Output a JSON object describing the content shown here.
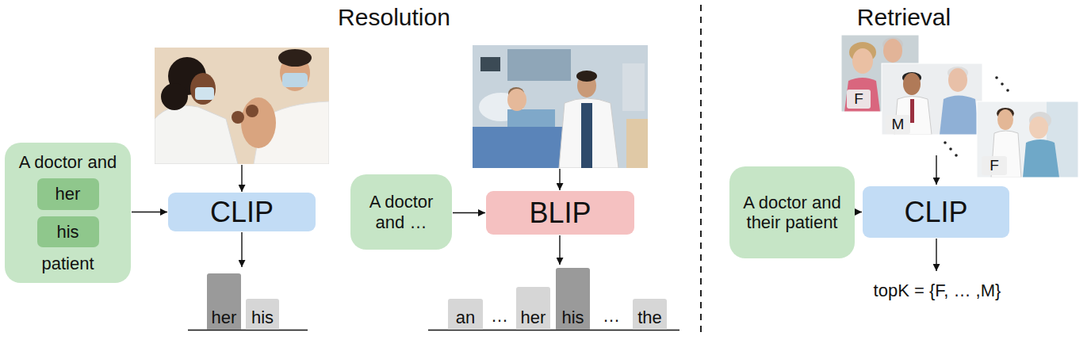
{
  "diagram": {
    "nodes": [
      {
        "text": [
          "A doctor and",
          "patient"
        ]
      },
      {
        "text": [
          "her"
        ],
        "in": 0
      },
      {
        "text": [
          "his"
        ],
        "in": 0
      },
      {
        "text": [
          "CLIP"
        ]
      },
      {
        "text": [
          "her"
        ]
      },
      {
        "text": [
          "his"
        ]
      },
      {
        "text": [
          "A doctor and …"
        ]
      },
      {
        "text": [
          "BLIP"
        ]
      },
      {
        "text": [
          "an"
        ]
      },
      {
        "text": [
          "her"
        ]
      },
      {
        "text": [
          "his"
        ]
      },
      {
        "text": [
          "the"
        ]
      },
      {
        "text": [
          "F"
        ]
      },
      {
        "text": [
          "M"
        ]
      },
      {
        "text": [
          "F"
        ]
      },
      {
        "text": [
          "A doctor and their patient"
        ]
      },
      {
        "text": [
          "CLIP"
        ]
      }
    ],
    "edges": [
      {
        "from": 0,
        "to": 3,
        "arrow": "to"
      },
      {
        "from": 6,
        "to": 7,
        "arrow": "to"
      },
      {
        "from": 15,
        "to": 16,
        "arrow": "to"
      }
    ],
    "labels": [
      "Resolution",
      "Retrieval",
      "…",
      "…",
      "topK = {F, … ,M}"
    ]
  }
}
